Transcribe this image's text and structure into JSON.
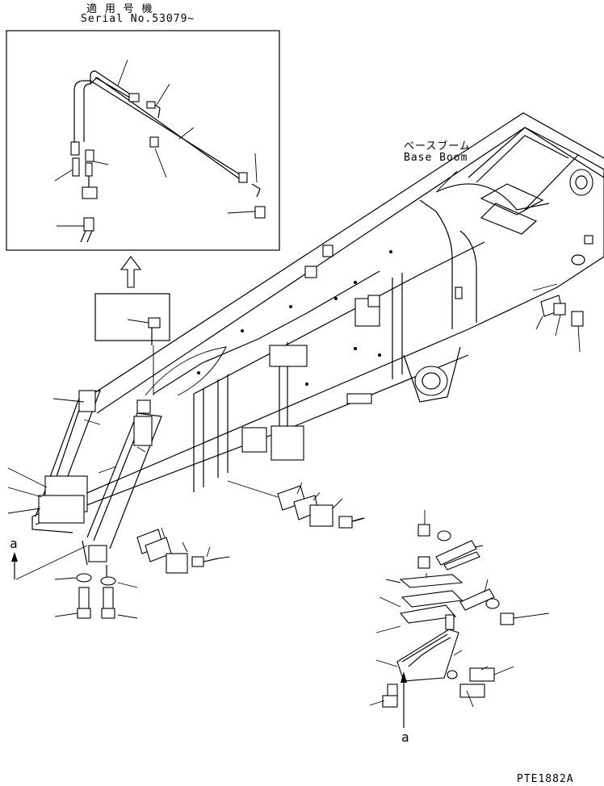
{
  "inset_header": {
    "applicable_label": "適 用 号 機",
    "serial_label": "Serial No.53079~"
  },
  "part_callouts": {
    "japanese_name": "ベースブーム",
    "english_name": "Base Boom"
  },
  "view_markers": {
    "left_arrow_letter": "a",
    "detail_letter": "a"
  },
  "drawing_code": "PTE1882A"
}
